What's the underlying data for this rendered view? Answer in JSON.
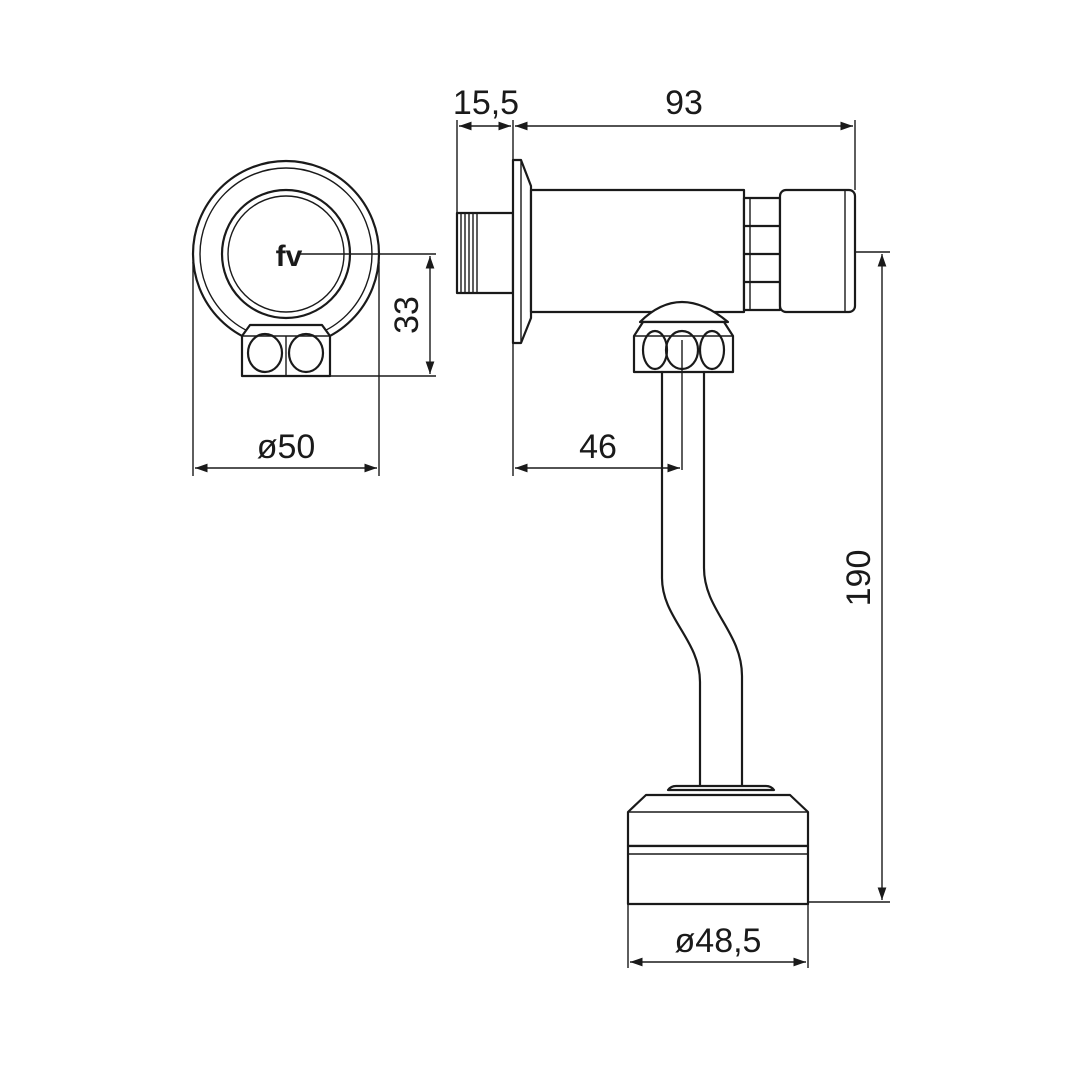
{
  "brand": {
    "logo_text": "fv"
  },
  "dimensions": {
    "front_diameter": "ø50",
    "front_height": "33",
    "flange_thickness": "15,5",
    "body_length": "93",
    "outlet_offset": "46",
    "total_height": "190",
    "base_diameter": "ø48,5"
  },
  "colors": {
    "line": "#1a1a1a",
    "background": "#ffffff"
  }
}
